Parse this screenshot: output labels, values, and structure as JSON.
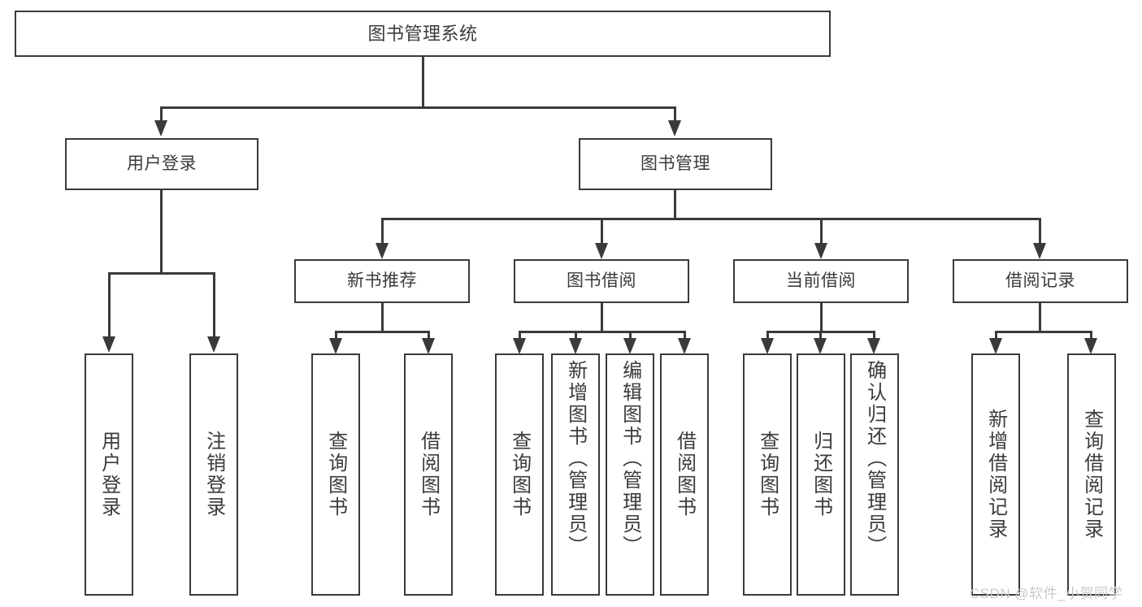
{
  "diagram": {
    "title": "图书管理系统",
    "type": "hierarchy-tree",
    "root": {
      "id": "root",
      "label": "图书管理系统"
    },
    "level2": [
      {
        "id": "user-login",
        "label": "用户登录"
      },
      {
        "id": "book-management",
        "label": "图书管理"
      }
    ],
    "level3": [
      {
        "id": "new-book-recommend",
        "label": "新书推荐",
        "parent": "book-management"
      },
      {
        "id": "book-borrow",
        "label": "图书借阅",
        "parent": "book-management"
      },
      {
        "id": "current-borrow",
        "label": "当前借阅",
        "parent": "book-management"
      },
      {
        "id": "borrow-record",
        "label": "借阅记录",
        "parent": "book-management"
      }
    ],
    "leaves": {
      "user_login": [
        {
          "id": "leaf-user-login",
          "label": "用户登录"
        },
        {
          "id": "leaf-logout",
          "label": "注销登录"
        }
      ],
      "new_book_recommend": [
        {
          "id": "leaf-query-book-1",
          "label": "查询图书"
        },
        {
          "id": "leaf-borrow-book-1",
          "label": "借阅图书"
        }
      ],
      "book_borrow": [
        {
          "id": "leaf-query-book-2",
          "label": "查询图书"
        },
        {
          "id": "leaf-add-book",
          "label": "新增图书（管理员）"
        },
        {
          "id": "leaf-edit-book",
          "label": "编辑图书（管理员）"
        },
        {
          "id": "leaf-borrow-book-2",
          "label": "借阅图书"
        }
      ],
      "current_borrow": [
        {
          "id": "leaf-query-book-3",
          "label": "查询图书"
        },
        {
          "id": "leaf-return-book",
          "label": "归还图书"
        },
        {
          "id": "leaf-confirm-return",
          "label": "确认归还（管理员）"
        }
      ],
      "borrow_record": [
        {
          "id": "leaf-add-record",
          "label": "新增借阅记录"
        },
        {
          "id": "leaf-query-record",
          "label": "查询借阅记录"
        }
      ]
    }
  },
  "watermark": {
    "text": "CSDN @软件_小贺同学"
  },
  "colors": {
    "stroke": "#3a3a3a",
    "text": "#3b3b3b",
    "background": "#ffffff",
    "watermark": "#c9c9c9"
  }
}
